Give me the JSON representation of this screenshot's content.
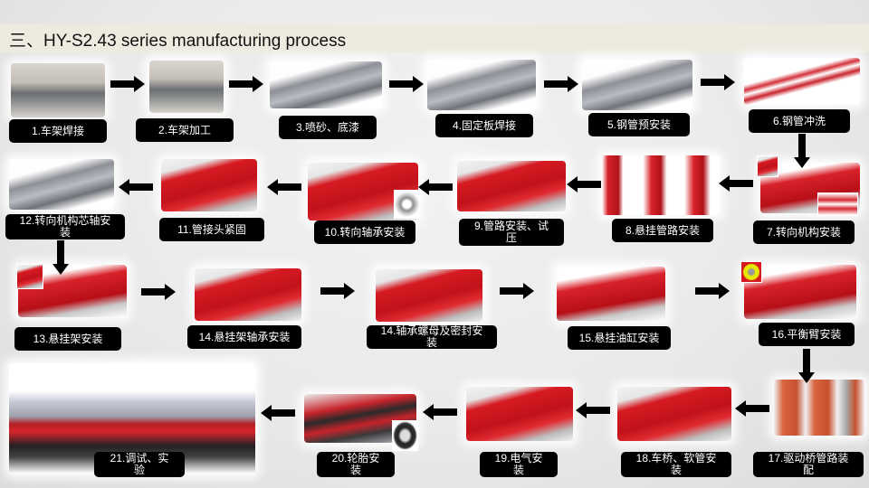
{
  "slide": {
    "title": "三、HY-S2.43 series manufacturing process"
  },
  "colors": {
    "title_band": "#edebe0",
    "label_bg": "#000000",
    "label_text": "#ffffff",
    "arrow": "#000000",
    "accent_red": "#d61a22"
  },
  "steps": [
    {
      "num": "1",
      "label": "1.车架焊接",
      "image": "frame-welding-photo"
    },
    {
      "num": "2",
      "label": "2.车架加工",
      "image": "frame-machining-photo"
    },
    {
      "num": "3",
      "label": "3.喷砂、底漆",
      "image": "sandblast-primer-render"
    },
    {
      "num": "4",
      "label": "4.固定板焊接",
      "image": "fixed-plate-welding-render"
    },
    {
      "num": "5",
      "label": "5.钢管预安装",
      "image": "steel-pipe-preinstall-render"
    },
    {
      "num": "6",
      "label": "6.钢管冲洗",
      "image": "steel-pipe-flushing-render"
    },
    {
      "num": "7",
      "label": "7.转向机构安装",
      "image": "steering-mechanism-render"
    },
    {
      "num": "8",
      "label": "8.悬挂管路安装",
      "image": "suspension-piping-render"
    },
    {
      "num": "9",
      "label": "9.管路安装、试压",
      "line1": "9.管路安装、试",
      "line2": "压",
      "image": "piping-pressure-test-render"
    },
    {
      "num": "10",
      "label": "10.转向轴承安装",
      "image": "steering-bearing-render"
    },
    {
      "num": "11",
      "label": "11.管接头紧固",
      "image": "pipe-joint-fastening-render"
    },
    {
      "num": "12",
      "label": "12.转向机构芯轴安装",
      "line1": "12.转向机构芯轴安",
      "line2": "装",
      "image": "steering-spindle-render"
    },
    {
      "num": "13",
      "label": "13.悬挂架安装",
      "image": "suspension-frame-render"
    },
    {
      "num": "14a",
      "label": "14.悬挂架轴承安装",
      "image": "suspension-bearing-render"
    },
    {
      "num": "14b",
      "label": "14.轴承螺母及密封安装",
      "line1": "14.轴承螺母及密封安",
      "line2": "装",
      "image": "bearing-nut-seal-render"
    },
    {
      "num": "15",
      "label": "15.悬挂油缸安装",
      "image": "suspension-cylinder-render"
    },
    {
      "num": "16",
      "label": "16.平衡臂安装",
      "image": "balance-arm-render"
    },
    {
      "num": "17",
      "label": "17.驱动桥管路装配",
      "line1": "17.驱动桥管路装",
      "line2": "配",
      "image": "drive-axle-piping-render"
    },
    {
      "num": "18",
      "label": "18.车桥、软管安装",
      "line1": "18.车桥、软管安",
      "line2": "装",
      "image": "axle-hose-render"
    },
    {
      "num": "19",
      "label": "19.电气安装",
      "line1": "19.电气安",
      "line2": "装",
      "image": "electrical-render"
    },
    {
      "num": "20",
      "label": "20.轮胎安装",
      "line1": "20.轮胎安",
      "line2": "装",
      "image": "tire-install-render"
    },
    {
      "num": "21",
      "label": "21.调试、实验",
      "line1": "21.调试、实",
      "line2": "验",
      "image": "debug-test-render"
    }
  ],
  "flow": {
    "arrow_icon": "arrow-icon",
    "directions": [
      "right",
      "right",
      "right",
      "right",
      "right",
      "down",
      "left",
      "left",
      "left",
      "left",
      "left",
      "down",
      "right",
      "right",
      "right",
      "right",
      "down",
      "left",
      "left",
      "left",
      "left"
    ]
  }
}
